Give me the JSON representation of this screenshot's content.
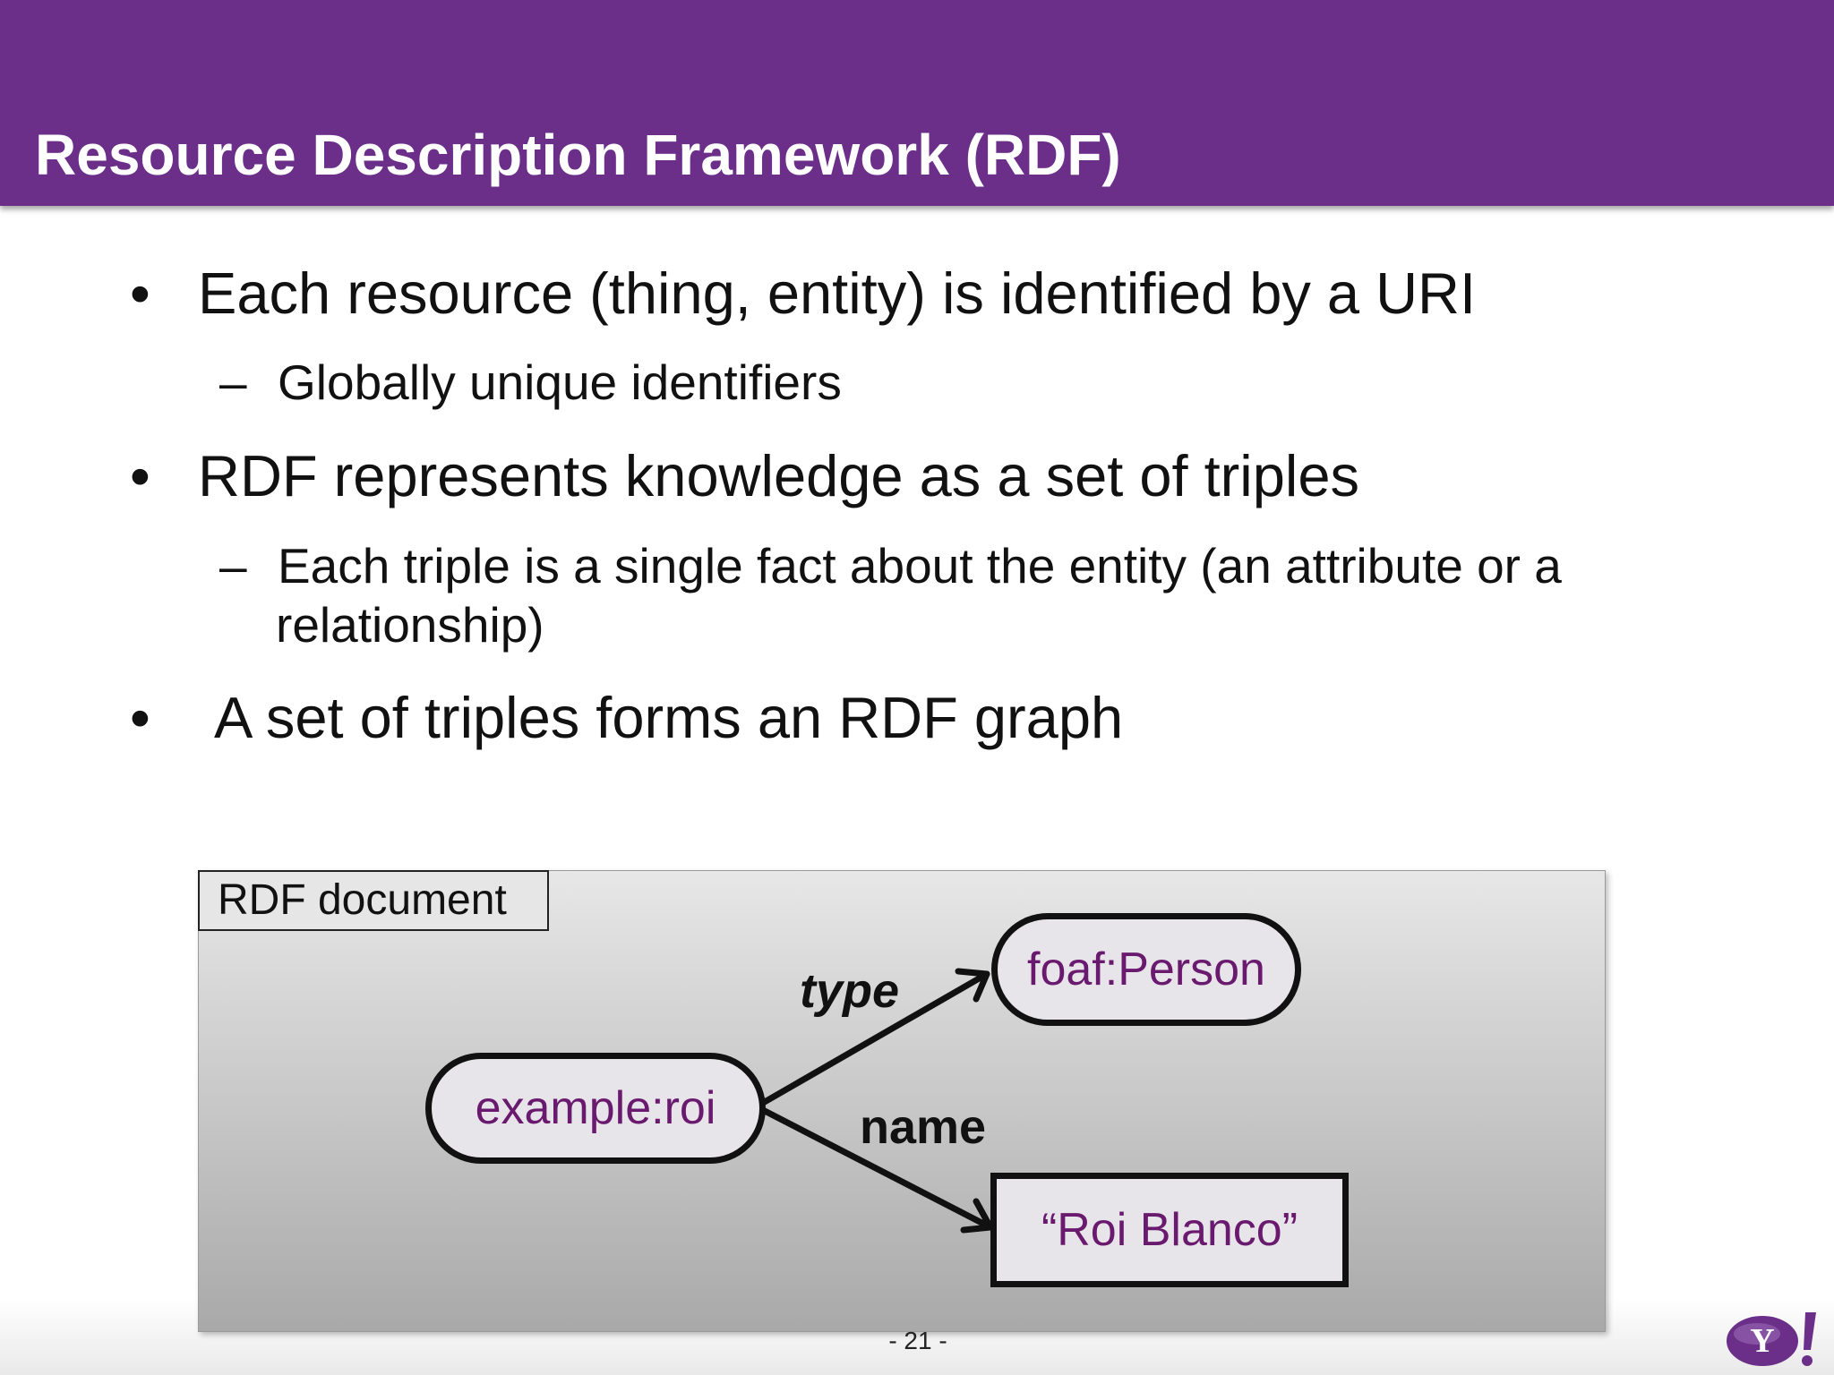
{
  "slide": {
    "title": "Resource Description Framework (RDF)",
    "bullets": [
      {
        "marker": "•",
        "text": "Each resource (thing, entity) is identified by a URI",
        "subs": [
          {
            "marker": "–",
            "lines": [
              "Globally unique identifiers"
            ]
          }
        ]
      },
      {
        "marker": "•",
        "text": "RDF represents knowledge as a set of triples",
        "subs": [
          {
            "marker": "–",
            "lines": [
              "Each triple is a single fact about the entity (an attribute or a",
              "relationship)"
            ]
          }
        ]
      },
      {
        "marker": "•",
        "text": "A set of triples forms an RDF graph",
        "subs": []
      }
    ],
    "page_number": "- 21 -"
  },
  "diagram": {
    "document_label": "RDF document",
    "subject": "example:roi",
    "object_class": "foaf:Person",
    "object_literal": "“Roi Blanco”",
    "edge_type": "type",
    "edge_name": "name"
  },
  "logo": {
    "text": "Y!",
    "color": "#6b2f8a"
  },
  "colors": {
    "header": "#6b2f8a",
    "node_text": "#6a1a6e"
  }
}
